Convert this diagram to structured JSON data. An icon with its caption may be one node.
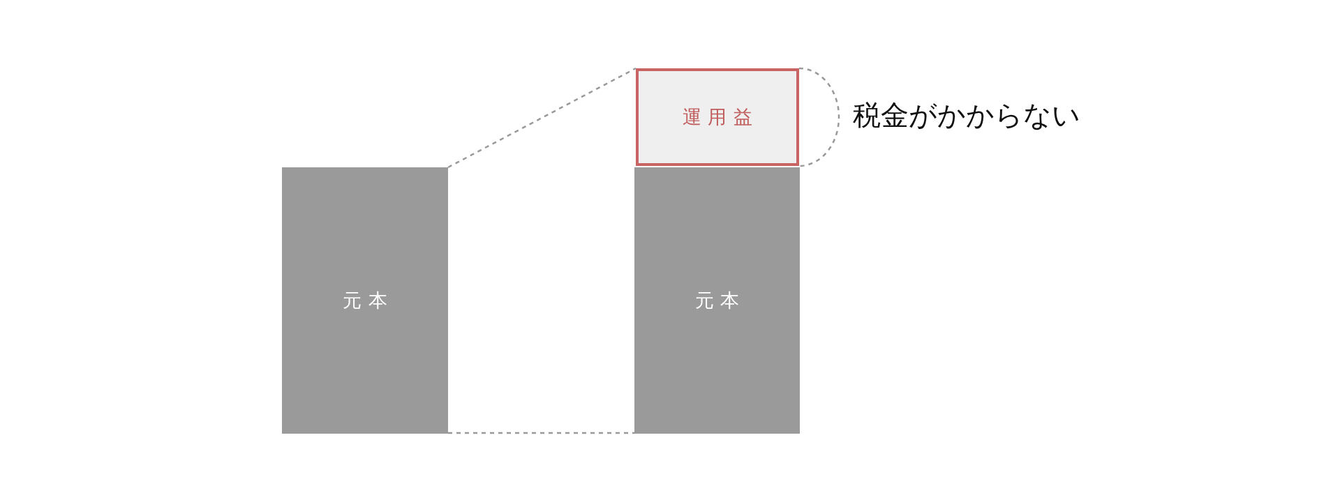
{
  "diagram": {
    "nodes": [
      {
        "text": [
          "元本"
        ]
      },
      {
        "text": [
          "元本"
        ]
      },
      {
        "text": [
          "運用益"
        ],
        "beside": [
          "税金がかからない"
        ]
      }
    ],
    "edges": [
      {
        "from": 0,
        "to": 2,
        "arrow": "none",
        "style": "dashed"
      },
      {
        "from": 0,
        "to": 1,
        "arrow": "none",
        "style": "dashed"
      }
    ]
  }
}
